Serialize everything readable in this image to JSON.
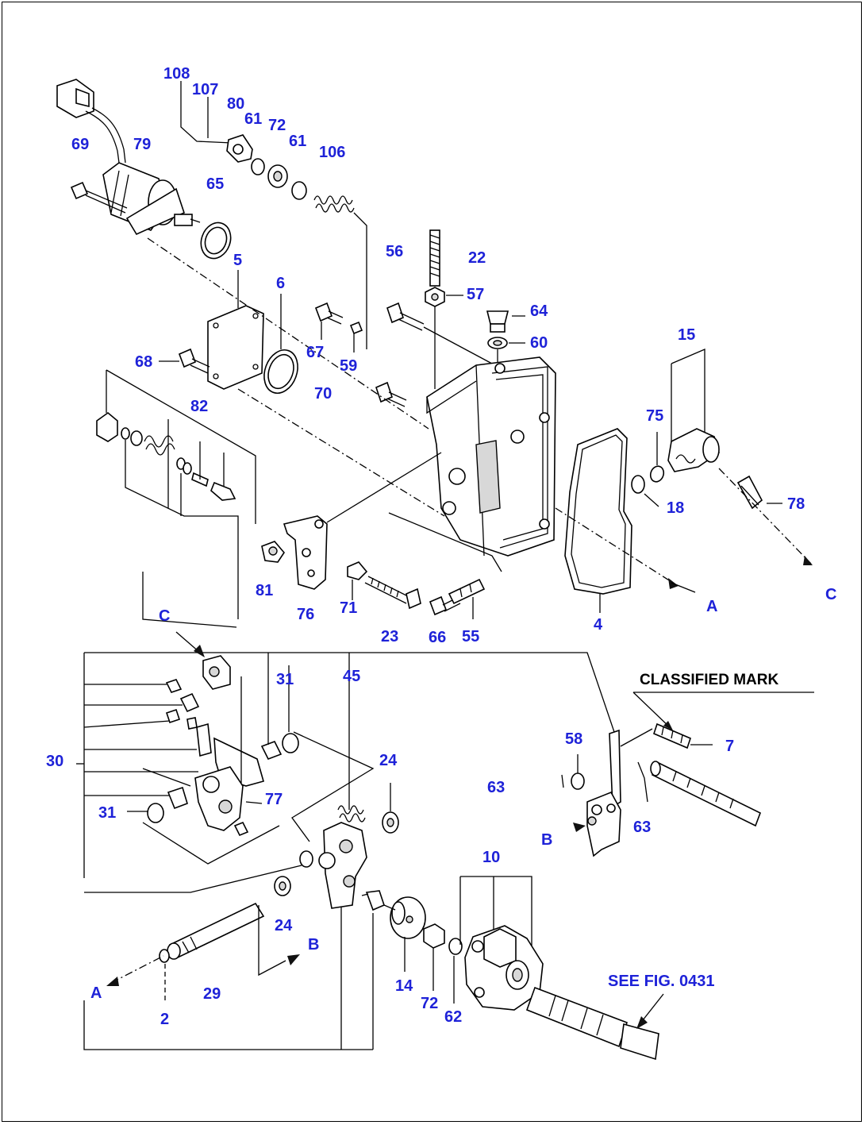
{
  "colors": {
    "label": "#1e22d8",
    "line": "#000000",
    "background": "#ffffff"
  },
  "notes": {
    "classified_mark": "CLASSIFIED MARK",
    "see_fig": "SEE FIG. 0431",
    "view_a_top": "A",
    "view_c_top": "C",
    "view_c_bottom": "C",
    "view_b_right": "B",
    "view_b_bottom": "B",
    "view_a_bottom": "A"
  },
  "part_labels": [
    {
      "id": "108",
      "text": "108"
    },
    {
      "id": "107",
      "text": "107"
    },
    {
      "id": "80",
      "text": "80"
    },
    {
      "id": "61a",
      "text": "61"
    },
    {
      "id": "72a",
      "text": "72"
    },
    {
      "id": "61b",
      "text": "61"
    },
    {
      "id": "106",
      "text": "106"
    },
    {
      "id": "69",
      "text": "69"
    },
    {
      "id": "79",
      "text": "79"
    },
    {
      "id": "65",
      "text": "65"
    },
    {
      "id": "5",
      "text": "5"
    },
    {
      "id": "56",
      "text": "56"
    },
    {
      "id": "22",
      "text": "22"
    },
    {
      "id": "57",
      "text": "57"
    },
    {
      "id": "64",
      "text": "64"
    },
    {
      "id": "60",
      "text": "60"
    },
    {
      "id": "6",
      "text": "6"
    },
    {
      "id": "67",
      "text": "67"
    },
    {
      "id": "59",
      "text": "59"
    },
    {
      "id": "68",
      "text": "68"
    },
    {
      "id": "70",
      "text": "70"
    },
    {
      "id": "15",
      "text": "15"
    },
    {
      "id": "75",
      "text": "75"
    },
    {
      "id": "82",
      "text": "82"
    },
    {
      "id": "18",
      "text": "18"
    },
    {
      "id": "78",
      "text": "78"
    },
    {
      "id": "81",
      "text": "81"
    },
    {
      "id": "76",
      "text": "76"
    },
    {
      "id": "71",
      "text": "71"
    },
    {
      "id": "23",
      "text": "23"
    },
    {
      "id": "66",
      "text": "66"
    },
    {
      "id": "55",
      "text": "55"
    },
    {
      "id": "4",
      "text": "4"
    },
    {
      "id": "31a",
      "text": "31"
    },
    {
      "id": "45",
      "text": "45"
    },
    {
      "id": "30",
      "text": "30"
    },
    {
      "id": "24a",
      "text": "24"
    },
    {
      "id": "31b",
      "text": "31"
    },
    {
      "id": "77",
      "text": "77"
    },
    {
      "id": "58",
      "text": "58"
    },
    {
      "id": "7",
      "text": "7"
    },
    {
      "id": "63a",
      "text": "63"
    },
    {
      "id": "63b",
      "text": "63"
    },
    {
      "id": "10",
      "text": "10"
    },
    {
      "id": "24b",
      "text": "24"
    },
    {
      "id": "29",
      "text": "29"
    },
    {
      "id": "2",
      "text": "2"
    },
    {
      "id": "14",
      "text": "14"
    },
    {
      "id": "72b",
      "text": "72"
    },
    {
      "id": "62",
      "text": "62"
    }
  ]
}
